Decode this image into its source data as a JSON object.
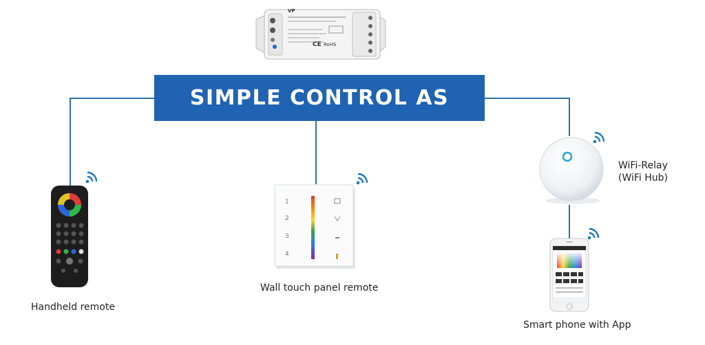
{
  "banner": {
    "title": "SIMPLE CONTROL AS"
  },
  "colors": {
    "accent": "#1f63b2",
    "connector": "#2f6fae",
    "wifi": "#1a76c2"
  },
  "controller": {
    "model": "VP",
    "marks": {
      "ce": "CE",
      "rohs": "RoHS"
    }
  },
  "devices": {
    "handheld": {
      "label": "Handheld remote",
      "icon": "wifi-icon"
    },
    "wall_panel": {
      "label": "Wall touch panel remote",
      "icon": "wifi-icon",
      "zones": [
        "1",
        "2",
        "3",
        "4"
      ]
    },
    "wifi_relay": {
      "label_line1": "WiFi-Relay",
      "label_line2": "(WiFi Hub)",
      "icon": "wifi-icon"
    },
    "smartphone": {
      "label": "Smart phone with App",
      "icon": "wifi-icon"
    }
  }
}
